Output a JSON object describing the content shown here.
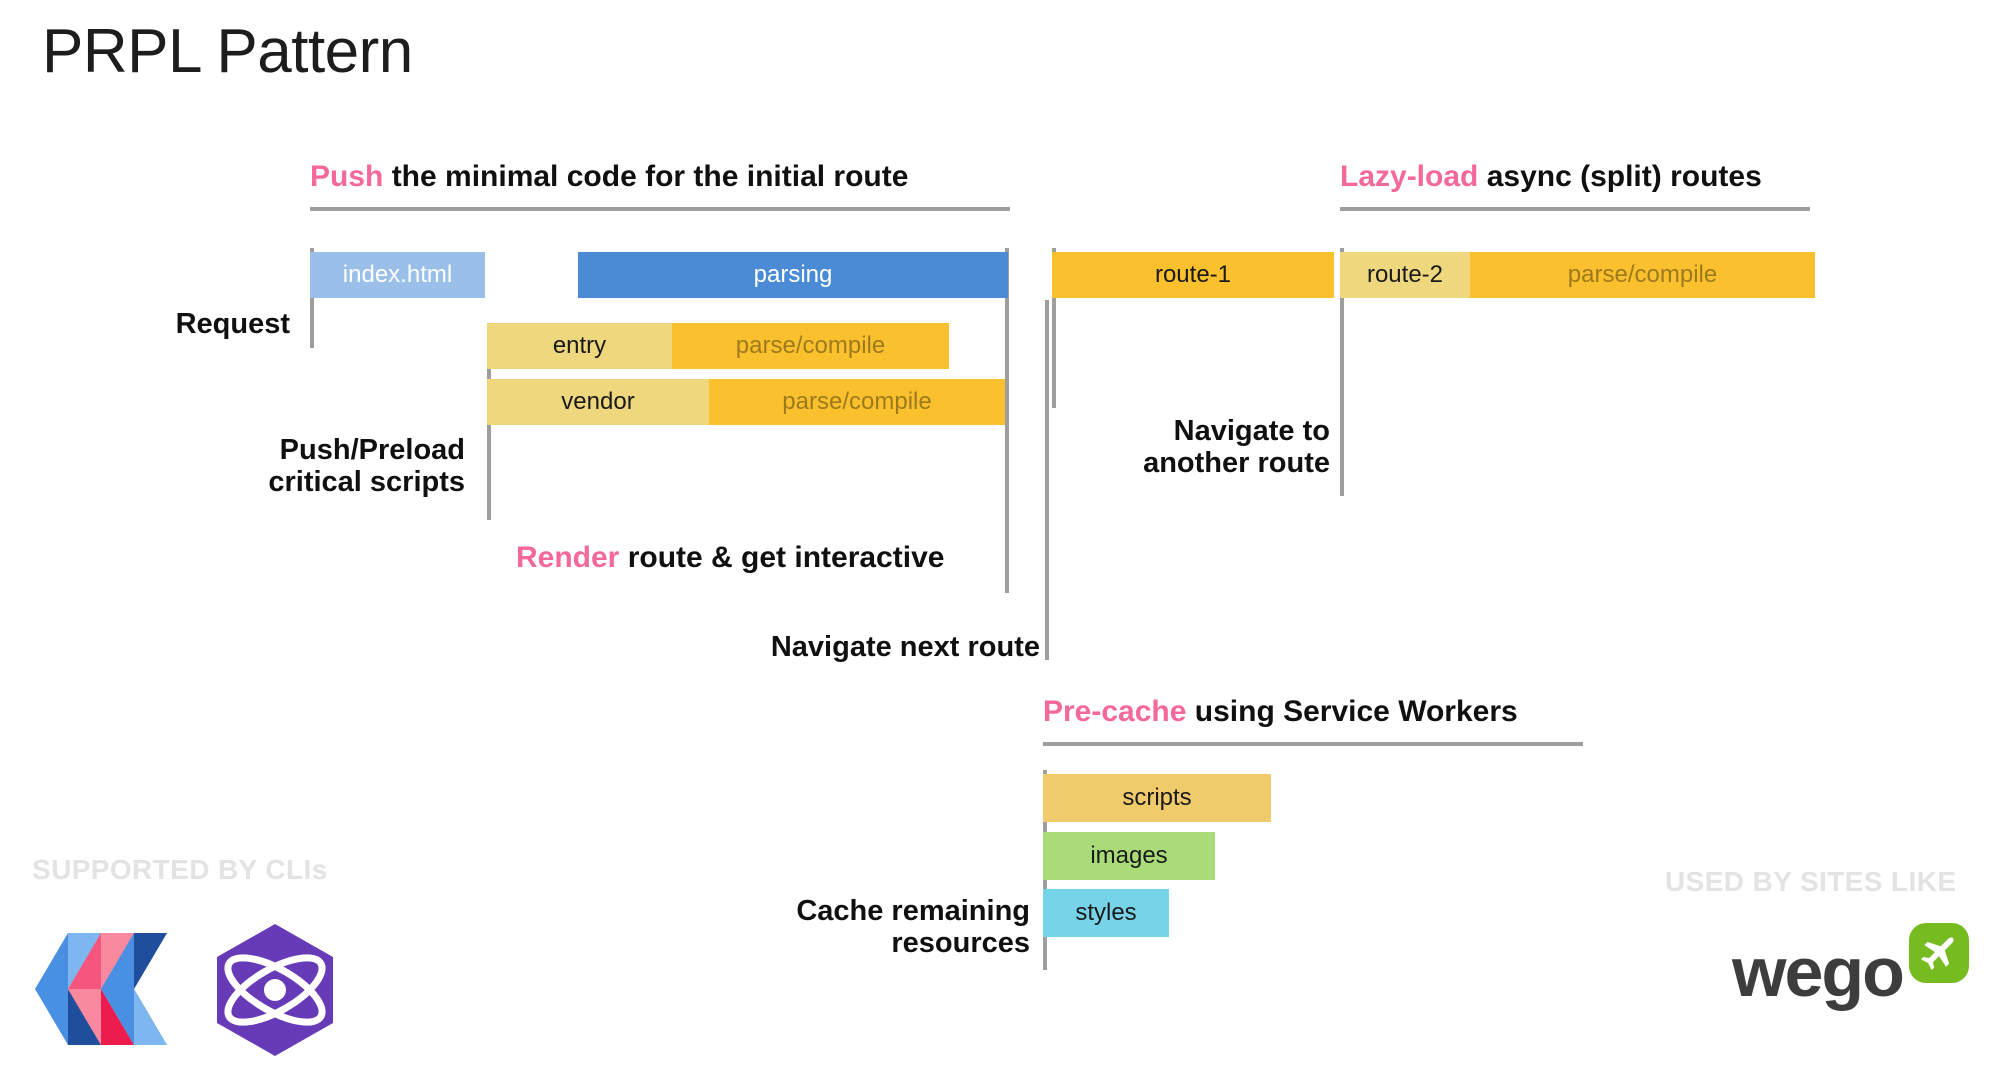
{
  "slide": {
    "title": "PRPL Pattern",
    "accent_pink": "#F4689B",
    "rule_gray": "#9e9e9e",
    "background": "#ffffff"
  },
  "sections": [
    {
      "id": "push",
      "keyword": "Push",
      "rest": " the minimal code for the initial route"
    },
    {
      "id": "lazy",
      "keyword": "Lazy-load",
      "rest": " async (split) routes"
    },
    {
      "id": "render",
      "keyword": "Render",
      "rest": " route & get interactive"
    },
    {
      "id": "precache",
      "keyword": "Pre-cache",
      "rest": " using Service Workers"
    }
  ],
  "labels": {
    "request": "Request",
    "push_preload": "Push/Preload\ncritical scripts",
    "navigate_next_route": "Navigate next route",
    "navigate_another_route": "Navigate to\nanother route",
    "cache_remaining": "Cache remaining\nresources"
  },
  "bars": {
    "index_html": "index.html",
    "parsing": "parsing",
    "entry": "entry",
    "entry_parse": "parse/compile",
    "vendor": "vendor",
    "vendor_parse": "parse/compile",
    "route_1": "route-1",
    "route_2": "route-2",
    "route_2_parse": "parse/compile",
    "scripts": "scripts",
    "images": "images",
    "styles": "styles"
  },
  "bar_colors": {
    "index_html": "#9AC0EA",
    "parsing": "#4B8BD6",
    "pale_gold": "#EFD77E",
    "gold": "#FBC02D",
    "scripts": "#EFCB6B",
    "images": "#A9DC78",
    "styles": "#77D3E8"
  },
  "footers": {
    "left": "SUPPORTED BY CLIs",
    "right": "USED BY SITES LIKE"
  },
  "logos": {
    "polymer": "polymer-logo",
    "preact": "preact-logo",
    "wego_word": "wego",
    "wego_badge": "airplane-icon",
    "wego_green": "#76BC21"
  }
}
